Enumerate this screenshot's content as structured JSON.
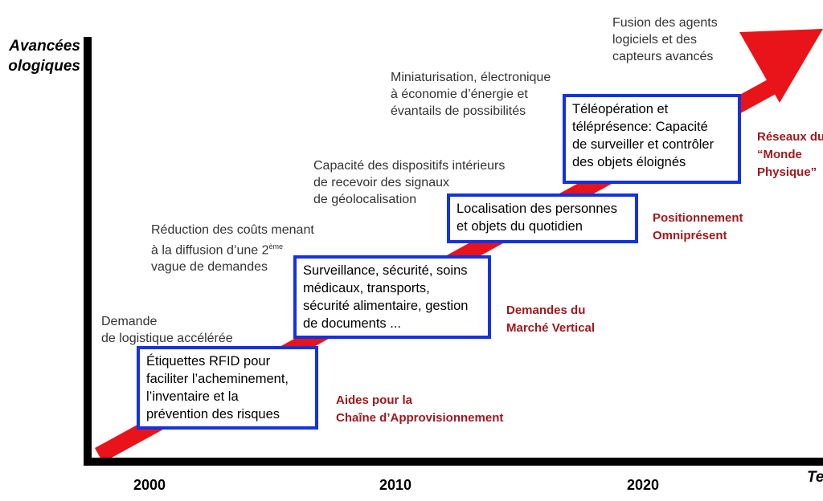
{
  "axes": {
    "y_title_line1": "Avancées",
    "y_title_line2": "ologiques",
    "x_title": "Te",
    "years": [
      "2000",
      "2010",
      "2020"
    ]
  },
  "stages": [
    {
      "description_lines": [
        "Demande",
        "de logistique accélérée"
      ],
      "box_lines": [
        "Étiquettes RFID pour",
        "faciliter l’acheminement,",
        "l’inventaire et la",
        "prévention des risques"
      ],
      "market_lines": [
        "Aides pour la",
        "Chaîne d’Approvisionnement"
      ]
    },
    {
      "description_lines": [
        "Réduction des coûts menant",
        "à la diffusion d’une 2",
        "ème",
        "vague de demandes"
      ],
      "box_lines": [
        "Surveillance, sécurité, soins",
        "médicaux, transports,",
        "sécurité alimentaire, gestion",
        "de documents ..."
      ],
      "market_lines": [
        "Demandes du",
        "Marché Vertical"
      ]
    },
    {
      "description_lines": [
        "Capacité des dispositifs intérieurs",
        "de recevoir des signaux",
        "de géolocalisation"
      ],
      "box_lines": [
        "Localisation des personnes",
        "et objets du quotidien"
      ],
      "market_lines": [
        "Positionnement",
        "Omniprésent"
      ]
    },
    {
      "description_lines": [
        "Miniaturisation, électronique",
        "à économie d’énergie et",
        "évantails de possibilités"
      ],
      "box_lines": [
        "Téléopération et",
        "téléprésence: Capacité",
        "de surveiller et contrôler",
        "des objets éloignés"
      ],
      "market_lines": [
        "Réseaux du",
        "“Monde",
        "Physique”"
      ]
    },
    {
      "description_lines": [
        "Fusion des agents",
        "logiciels et des",
        "capteurs avancés"
      ]
    }
  ],
  "colors": {
    "arrow": "#e8141a",
    "box_border": "#1432e0",
    "market_text": "#a0191c",
    "axis": "#000000"
  }
}
